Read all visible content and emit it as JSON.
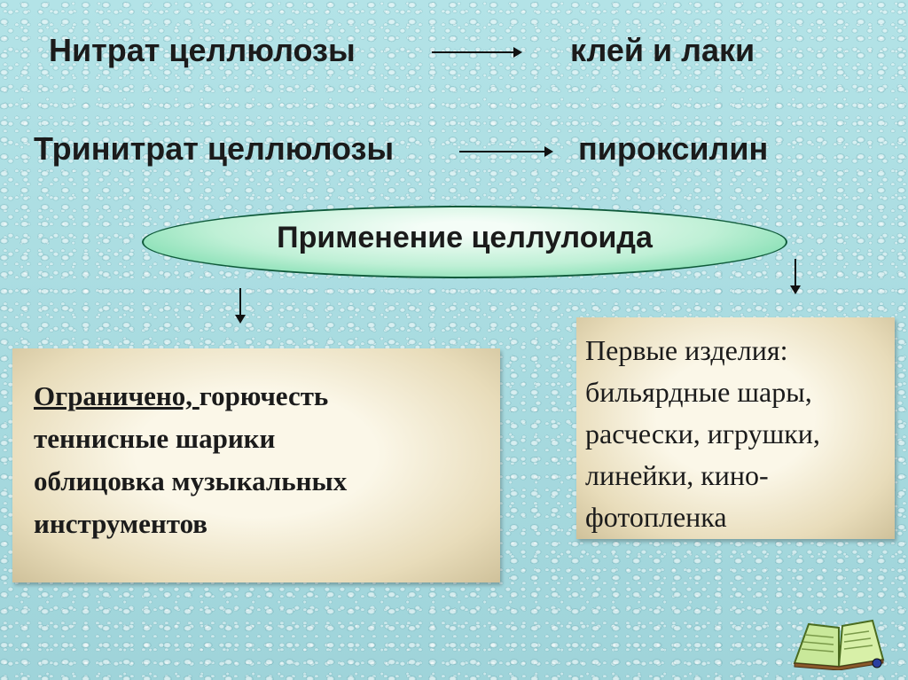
{
  "rows": [
    {
      "left": "Нитрат целлюлозы",
      "right": "клей и лаки"
    },
    {
      "left": "Тринитрат целлюлозы",
      "right": "пироксилин"
    }
  ],
  "ellipse_title": "Применение целлулоида",
  "left_box": {
    "underlined": "Ограничено, ",
    "first_rest": "горючесть",
    "lines": [
      "теннисные шарики",
      "облицовка музыкальных",
      "инструментов"
    ]
  },
  "right_box": {
    "lines": [
      "Первые изделия:",
      "бильярдные шары,",
      "расчески, игрушки,",
      "линейки, кино-",
      "фотопленка"
    ]
  },
  "icons": [
    "book-icon"
  ],
  "colors": {
    "background": "#a8dbe0",
    "ellipse": "#bff0d6",
    "box": "#f4eed7"
  }
}
